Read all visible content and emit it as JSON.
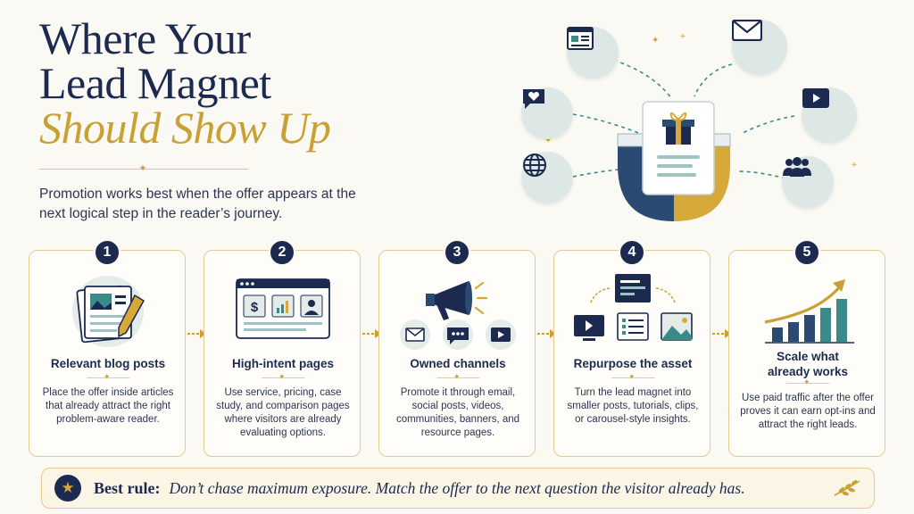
{
  "title": {
    "line1": "Where Your",
    "line2": "Lead Magnet",
    "line3": "Should Show Up"
  },
  "subtitle": "Promotion works best when the offer appears at the next logical step in the reader’s journey.",
  "hero": {
    "icons": [
      "webpage-icon",
      "email-icon",
      "heart-chat-icon",
      "video-icon",
      "globe-icon",
      "community-icon"
    ],
    "center": "magnet-with-gift-document"
  },
  "steps": [
    {
      "number": "1",
      "title": "Relevant blog posts",
      "description": "Place the offer inside articles that already attract the right problem-aware reader."
    },
    {
      "number": "2",
      "title": "High-intent pages",
      "description": "Use service, pricing, case study, and comparison pages where visitors are already evaluating options."
    },
    {
      "number": "3",
      "title": "Owned channels",
      "description": "Promote it through email, social posts, videos, communities, banners, and resource pages."
    },
    {
      "number": "4",
      "title": "Repurpose the asset",
      "description": "Turn the lead magnet into smaller posts, tutorials, clips, or carousel-style insights."
    },
    {
      "number": "5",
      "title": "Scale what already works",
      "description": "Use paid traffic after the offer proves it can earn opt-ins and attract the right leads."
    }
  ],
  "best_rule": {
    "label": "Best rule:",
    "text": "Don’t chase maximum exposure. Match the offer to the next question the visitor already has."
  },
  "colors": {
    "navy": "#1b2a4e",
    "gold": "#c9a034",
    "teal": "#3b8a8a",
    "mint": "#dde8e6",
    "border": "#e6c98f",
    "background": "#fbf9f4"
  }
}
